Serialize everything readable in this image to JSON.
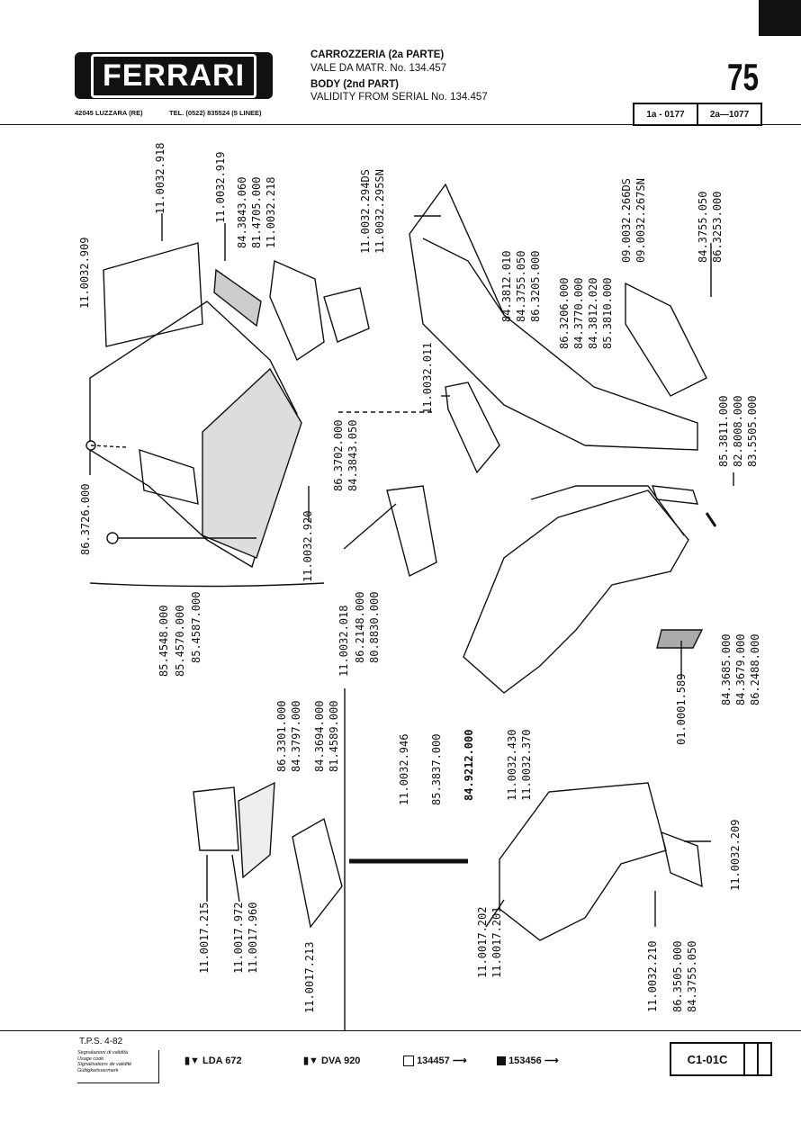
{
  "header": {
    "logo_text": "FERRARI",
    "title_it": "CARROZZERIA (2a PARTE)",
    "validity_it": "VALE DA MATR. No. 134.457",
    "title_en": "BODY (2nd PART)",
    "validity_en": "VALIDITY FROM SERIAL No. 134.457",
    "address": "42045 LUZZARA (RE)",
    "phone": "TEL. (0522) 835524 (5 LINEE)",
    "page_number": "75",
    "edition_1": "1a - 0177",
    "edition_2": "2a—1077"
  },
  "parts": {
    "p1": "11.0032.918",
    "p2": "11.0032.909",
    "p3": "11.0032.919",
    "p4": "84.3843.060",
    "p5": "81.4705.000",
    "p6": "11.0032.218",
    "p7": "11.0032.294DS",
    "p8": "11.0032.295SN",
    "p9": "84.3812.010",
    "p10": "84.3755.050",
    "p11": "86.3205.000",
    "p12": "11.0032.011",
    "p13": "86.3206.000",
    "p14": "84.3770.000",
    "p15": "84.3812.020",
    "p16": "85.3810.000",
    "p17": "09.0032.266DS",
    "p18": "09.0032.267SN",
    "p19": "84.3755.050",
    "p20": "86.3253.000",
    "p21": "86.3702.000",
    "p22": "84.3843.050",
    "p23": "85.3811.000",
    "p24": "82.8008.000",
    "p25": "83.5505.000",
    "p26": "86.3726.000",
    "p27": "11.0032.920",
    "p28": "85.4548.000",
    "p29": "85.4570.000",
    "p30": "85.4587.000",
    "p31": "11.0032.018",
    "p32": "86.2148.000",
    "p33": "80.8830.000",
    "p34": "84.3685.000",
    "p35": "84.3679.000",
    "p36": "86.2488.000",
    "p37": "01.0001.589",
    "p38": "86.3301.000",
    "p39": "84.3797.000",
    "p40": "84.3694.000",
    "p41": "81.4589.000",
    "p42": "11.0032.946",
    "p43": "85.3837.000",
    "p44": "84.9212.000",
    "p45": "11.0032.430",
    "p46": "11.0032.370",
    "p47": "11.0017.215",
    "p48": "11.0017.972",
    "p49": "11.0017.960",
    "p50": "11.0017.213",
    "p51": "11.0017.202",
    "p52": "11.0017.201",
    "p53": "11.0032.210",
    "p54": "86.3505.000",
    "p55": "84.3755.050",
    "p56": "11.0032.209"
  },
  "footer": {
    "tps": "T.P.S. 4-82",
    "legend_1": "Segnalazioni di validità",
    "legend_2": "Usage code",
    "legend_3": "Signalisations de validité",
    "legend_4": "Gültigkeitsvermerk",
    "engine_1": "LDA 672",
    "engine_2": "DVA 920",
    "serial_from": "134457",
    "serial_to": "153456",
    "code": "C1-01C"
  }
}
